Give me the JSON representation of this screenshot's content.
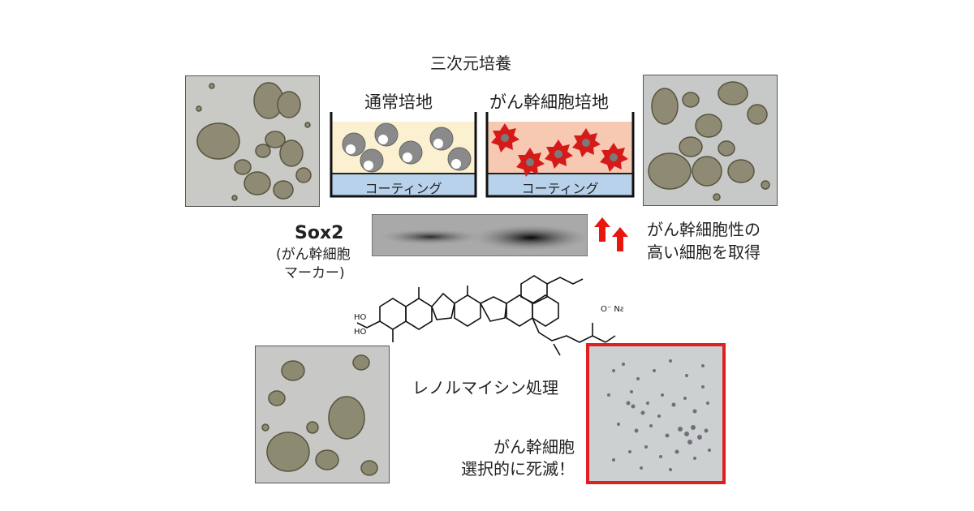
{
  "title": "三次元培養",
  "dish_left": {
    "label": "通常培地",
    "coating": "コーティング"
  },
  "dish_right": {
    "label": "がん幹細胞培地",
    "coating": "コーティング"
  },
  "marker": {
    "name": "Sox2",
    "line1": "(がん幹細胞",
    "line2": "マーカー)"
  },
  "result_right": {
    "line1": "がん幹細胞性の",
    "line2": "高い細胞を取得"
  },
  "molecule": {
    "counter_ion": "O⁻ Na⁺",
    "group1": "HO",
    "group2": "HO"
  },
  "treatment": "レノルマイシン処理",
  "kill_note": {
    "line1": "がん幹細胞",
    "line2": "選択的に死滅！"
  },
  "colors": {
    "normal_medium": "#fbf0cf",
    "stem_medium": "#f7c9b2",
    "coating": "#b7d2ea",
    "stem_cell": "#d51a1a",
    "arrow": "#e8160e",
    "highlight_frame": "#e02020"
  }
}
